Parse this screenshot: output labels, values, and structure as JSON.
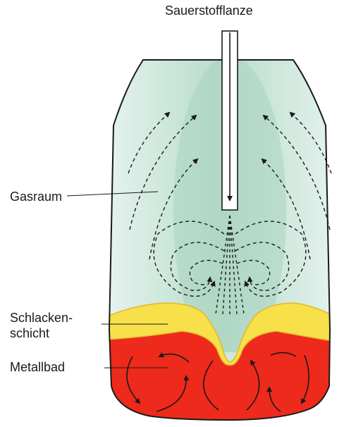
{
  "labels": {
    "lance": "Sauerstofflanze",
    "gas_space": "Gasraum",
    "slag_layer_line1": "Schlacken-",
    "slag_layer_line2": "schicht",
    "metal_bath": "Metallbad"
  },
  "colors": {
    "vessel_outline": "#1a1a1a",
    "gas": "#bfe0d2",
    "slag": "#f7e04a",
    "slag_edge": "#e2b82a",
    "metal": "#ee2a1c",
    "metal_dark": "#c91a10",
    "arrows": "#1a1a1a"
  }
}
